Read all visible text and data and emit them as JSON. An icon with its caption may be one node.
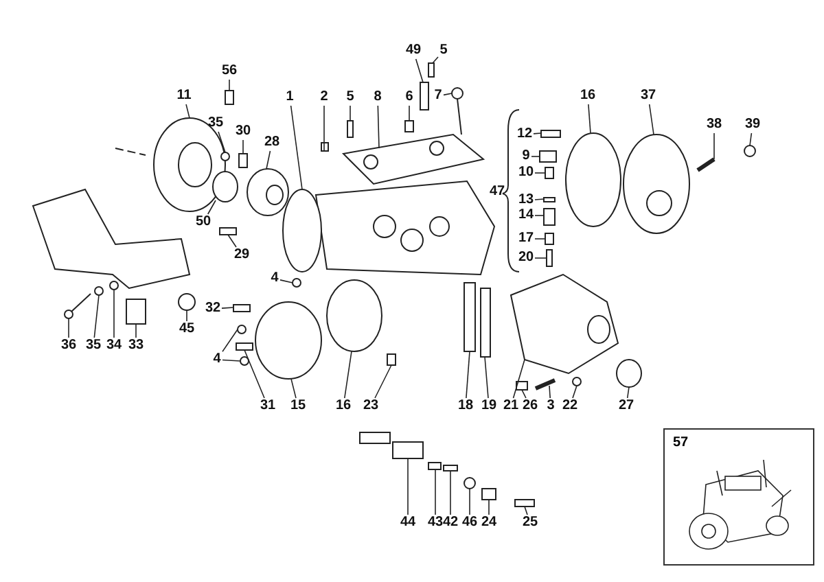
{
  "diagram": {
    "nodes": [
      {
        "text": [
          "56"
        ]
      },
      {
        "text": [
          "11"
        ]
      },
      {
        "text": [
          "35"
        ]
      },
      {
        "text": [
          "30"
        ]
      },
      {
        "text": [
          "28"
        ]
      },
      {
        "text": [
          "50"
        ]
      },
      {
        "text": [
          "29"
        ]
      },
      {
        "text": [
          "1"
        ]
      },
      {
        "text": [
          "2"
        ]
      },
      {
        "text": [
          "5"
        ]
      },
      {
        "text": [
          "8"
        ]
      },
      {
        "text": [
          "6"
        ]
      },
      {
        "text": [
          "49"
        ]
      },
      {
        "text": [
          "5"
        ]
      },
      {
        "text": [
          "7"
        ]
      },
      {
        "text": [
          "12"
        ]
      },
      {
        "text": [
          "9"
        ]
      },
      {
        "text": [
          "10"
        ]
      },
      {
        "text": [
          "13"
        ]
      },
      {
        "text": [
          "14"
        ]
      },
      {
        "text": [
          "17"
        ]
      },
      {
        "text": [
          "20"
        ]
      },
      {
        "text": [
          "16"
        ]
      },
      {
        "text": [
          "37"
        ]
      },
      {
        "text": [
          "38"
        ]
      },
      {
        "text": [
          "39"
        ]
      },
      {
        "text": [
          "4"
        ]
      },
      {
        "text": [
          "32"
        ]
      },
      {
        "text": [
          "4"
        ]
      },
      {
        "text": [
          "36"
        ]
      },
      {
        "text": [
          "35"
        ]
      },
      {
        "text": [
          "34"
        ]
      },
      {
        "text": [
          "33"
        ]
      },
      {
        "text": [
          "45"
        ]
      },
      {
        "text": [
          "31"
        ]
      },
      {
        "text": [
          "15"
        ]
      },
      {
        "text": [
          "16"
        ]
      },
      {
        "text": [
          "23"
        ]
      },
      {
        "text": [
          "18"
        ]
      },
      {
        "text": [
          "19"
        ]
      },
      {
        "text": [
          "21"
        ]
      },
      {
        "text": [
          "26"
        ]
      },
      {
        "text": [
          "3"
        ]
      },
      {
        "text": [
          "22"
        ]
      },
      {
        "text": [
          "27"
        ]
      },
      {
        "text": [
          "44"
        ]
      },
      {
        "text": [
          "43"
        ]
      },
      {
        "text": [
          "42"
        ]
      },
      {
        "text": [
          "46"
        ]
      },
      {
        "text": [
          "24"
        ]
      },
      {
        "text": [
          "25"
        ]
      },
      {
        "text": [],
        "shape": "box"
      },
      {
        "text": [],
        "shape": "picture"
      },
      {
        "text": [],
        "shape": "circle"
      },
      {
        "text": [],
        "shape": "box"
      },
      {
        "text": [],
        "shape": "picture"
      },
      {
        "text": [],
        "shape": "circle"
      },
      {
        "text": [],
        "shape": "box"
      },
      {
        "text": [],
        "shape": "picture"
      },
      {
        "text": [],
        "shape": "box"
      },
      {
        "text": [],
        "shape": "box"
      },
      {
        "text": [],
        "shape": "picture"
      },
      {
        "text": [],
        "shape": "box"
      },
      {
        "text": [],
        "shape": "box"
      },
      {
        "text": [],
        "shape": "box"
      },
      {
        "text": [],
        "shape": "picture"
      },
      {
        "text": [],
        "shape": "box"
      },
      {
        "text": [],
        "shape": "box"
      },
      {
        "text": [],
        "shape": "box"
      },
      {
        "text": [],
        "shape": "box"
      },
      {
        "text": [],
        "shape": "box"
      },
      {
        "text": [],
        "shape": "box"
      },
      {
        "text": [],
        "shape": "box"
      },
      {
        "text": [],
        "shape": "circle"
      },
      {
        "text": [],
        "shape": "picture"
      },
      {
        "text": [],
        "shape": "bar"
      },
      {
        "text": [],
        "shape": "circle"
      },
      {
        "text": [],
        "shape": "circle"
      },
      {
        "text": [],
        "shape": "box"
      },
      {
        "text": [],
        "shape": "circle"
      },
      {
        "text": [],
        "shape": "circle"
      },
      {
        "text": [],
        "shape": "picture"
      },
      {
        "text": [],
        "shape": "circle"
      },
      {
        "text": [],
        "shape": "circle"
      },
      {
        "text": [],
        "shape": "box"
      },
      {
        "text": [],
        "shape": "circle"
      },
      {
        "text": [],
        "shape": "box"
      },
      {
        "text": [],
        "shape": "circle"
      },
      {
        "text": [],
        "shape": "circle"
      },
      {
        "text": [],
        "shape": "box"
      },
      {
        "text": [],
        "shape": "box"
      },
      {
        "text": [],
        "shape": "box"
      },
      {
        "text": [],
        "shape": "picture"
      },
      {
        "text": [],
        "shape": "box"
      },
      {
        "text": [],
        "shape": "bar"
      },
      {
        "text": [],
        "shape": "circle"
      },
      {
        "text": [],
        "shape": "circle"
      },
      {
        "text": [],
        "shape": "picture"
      },
      {
        "text": [],
        "shape": "box"
      },
      {
        "text": [],
        "shape": "box"
      },
      {
        "text": [],
        "shape": "circle"
      },
      {
        "text": [],
        "shape": "box"
      },
      {
        "text": [],
        "shape": "box"
      }
    ],
    "edges": [
      {
        "from": 0,
        "to": 51,
        "arrow": "none"
      },
      {
        "from": 1,
        "to": 52,
        "arrow": "none"
      },
      {
        "from": 2,
        "to": 53,
        "arrow": "none"
      },
      {
        "from": 3,
        "to": 54,
        "arrow": "none"
      },
      {
        "from": 4,
        "to": 55,
        "arrow": "none"
      },
      {
        "from": 5,
        "to": 56,
        "arrow": "none"
      },
      {
        "from": 6,
        "to": 57,
        "arrow": "none"
      },
      {
        "from": 7,
        "to": 58,
        "arrow": "none"
      },
      {
        "from": 8,
        "to": 59,
        "arrow": "none"
      },
      {
        "from": 9,
        "to": 60,
        "arrow": "none"
      },
      {
        "from": 10,
        "to": 61,
        "arrow": "none"
      },
      {
        "from": 11,
        "to": 62,
        "arrow": "none"
      },
      {
        "from": 12,
        "to": 63,
        "arrow": "none"
      },
      {
        "from": 13,
        "to": 64,
        "arrow": "none"
      },
      {
        "from": 14,
        "to": 65,
        "arrow": "none"
      },
      {
        "from": 15,
        "to": 66,
        "arrow": "none"
      },
      {
        "from": 16,
        "to": 67,
        "arrow": "none"
      },
      {
        "from": 17,
        "to": 68,
        "arrow": "none"
      },
      {
        "from": 18,
        "to": 69,
        "arrow": "none"
      },
      {
        "from": 19,
        "to": 70,
        "arrow": "none"
      },
      {
        "from": 20,
        "to": 71,
        "arrow": "none"
      },
      {
        "from": 21,
        "to": 72,
        "arrow": "none"
      },
      {
        "from": 22,
        "to": 73,
        "arrow": "none"
      },
      {
        "from": 23,
        "to": 74,
        "arrow": "none"
      },
      {
        "from": 24,
        "to": 75,
        "arrow": "none"
      },
      {
        "from": 25,
        "to": 76,
        "arrow": "none"
      },
      {
        "from": 26,
        "to": 77,
        "arrow": "none"
      },
      {
        "from": 27,
        "to": 78,
        "arrow": "none"
      },
      {
        "from": 28,
        "to": 79,
        "arrow": "none"
      },
      {
        "from": 28,
        "to": 80,
        "arrow": "none"
      },
      {
        "from": 29,
        "to": 81,
        "arrow": "none"
      },
      {
        "from": 30,
        "to": 82,
        "arrow": "none"
      },
      {
        "from": 31,
        "to": 83,
        "arrow": "none"
      },
      {
        "from": 32,
        "to": 84,
        "arrow": "none"
      },
      {
        "from": 33,
        "to": 85,
        "arrow": "none"
      },
      {
        "from": 34,
        "to": 86,
        "arrow": "none"
      },
      {
        "from": 35,
        "to": 87,
        "arrow": "none"
      },
      {
        "from": 36,
        "to": 88,
        "arrow": "none"
      },
      {
        "from": 37,
        "to": 89,
        "arrow": "none"
      },
      {
        "from": 38,
        "to": 90,
        "arrow": "none"
      },
      {
        "from": 39,
        "to": 91,
        "arrow": "none"
      },
      {
        "from": 40,
        "to": 92,
        "arrow": "none"
      },
      {
        "from": 41,
        "to": 93,
        "arrow": "none"
      },
      {
        "from": 42,
        "to": 94,
        "arrow": "none"
      },
      {
        "from": 43,
        "to": 95,
        "arrow": "none"
      },
      {
        "from": 44,
        "to": 96,
        "arrow": "none"
      },
      {
        "from": 45,
        "to": 97,
        "arrow": "none"
      },
      {
        "from": 46,
        "to": 98,
        "arrow": "none"
      },
      {
        "from": 47,
        "to": 99,
        "arrow": "none"
      },
      {
        "from": 48,
        "to": 100,
        "arrow": "none"
      },
      {
        "from": 49,
        "to": 101,
        "arrow": "none"
      },
      {
        "from": 50,
        "to": 102,
        "arrow": "none"
      }
    ],
    "labels": [
      "47",
      "57"
    ]
  }
}
